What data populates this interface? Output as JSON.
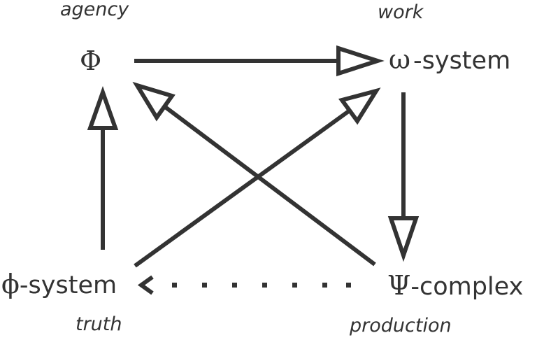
{
  "captions": {
    "top_left": "agency",
    "top_right": "work",
    "bottom_left": "truth",
    "bottom_right": "production"
  },
  "nodes": {
    "phi_upper": {
      "symbol": "Φ"
    },
    "omega_system": {
      "symbol": "ω",
      "suffix": "-system"
    },
    "phi_lower_system": {
      "symbol": "ϕ",
      "suffix": "-system"
    },
    "psi_complex": {
      "symbol": "Ψ",
      "suffix": "-complex"
    }
  },
  "colors": {
    "ink": "#333333",
    "background": "#ffffff"
  }
}
